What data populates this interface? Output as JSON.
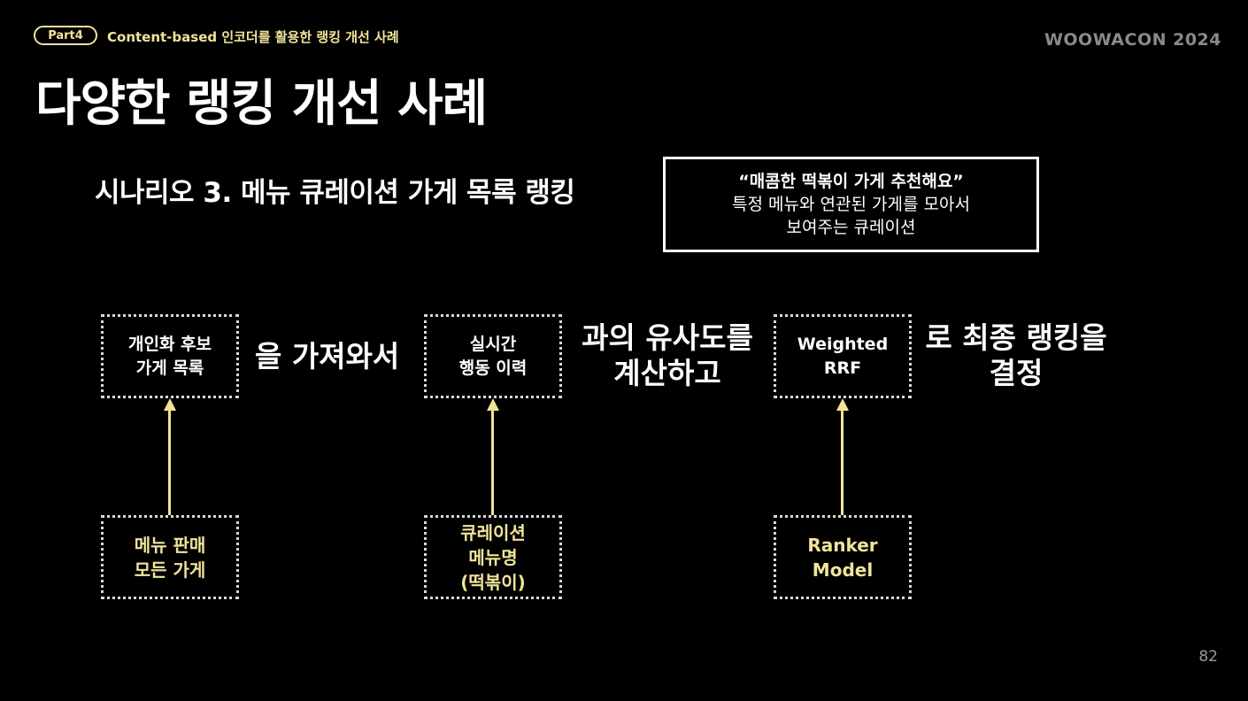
{
  "header": {
    "part_label": "Part4",
    "breadcrumb": "Content-based 인코더를 활용한 랭킹 개선 사례",
    "brand": "WOOWACON 2024"
  },
  "title": "다양한 랭킹 개선 사례",
  "scenario_title": "시나리오 3. 메뉴 큐레이션 가게 목록 랭킹",
  "description": {
    "line1": "“매콤한 떡볶이 가게 추천해요”",
    "line2": "특정 메뉴와 연관된 가게를 모아서",
    "line3": "보여주는 큐레이션"
  },
  "flow": {
    "box1": {
      "line1": "개인화 후보",
      "line2": "가게 목록"
    },
    "connector1": "을 가져와서",
    "box2": {
      "line1": "실시간",
      "line2": "행동 이력"
    },
    "connector2": {
      "line1": "과의 유사도를",
      "line2": "계산하고"
    },
    "box3": {
      "line1": "Weighted",
      "line2": "RRF"
    },
    "connector3": {
      "line1": "로 최종 랭킹을",
      "line2": "결정"
    }
  },
  "sources": {
    "source1": {
      "line1": "메뉴 판매",
      "line2": "모든 가게"
    },
    "source2": {
      "line1": "큐레이션",
      "line2": "메뉴명",
      "line3": "(떡볶이)"
    },
    "source3": {
      "line1": "Ranker",
      "line2": "Model"
    }
  },
  "page_number": "82",
  "colors": {
    "accent": "#f0e49a",
    "background": "#000000",
    "text": "#ffffff"
  }
}
